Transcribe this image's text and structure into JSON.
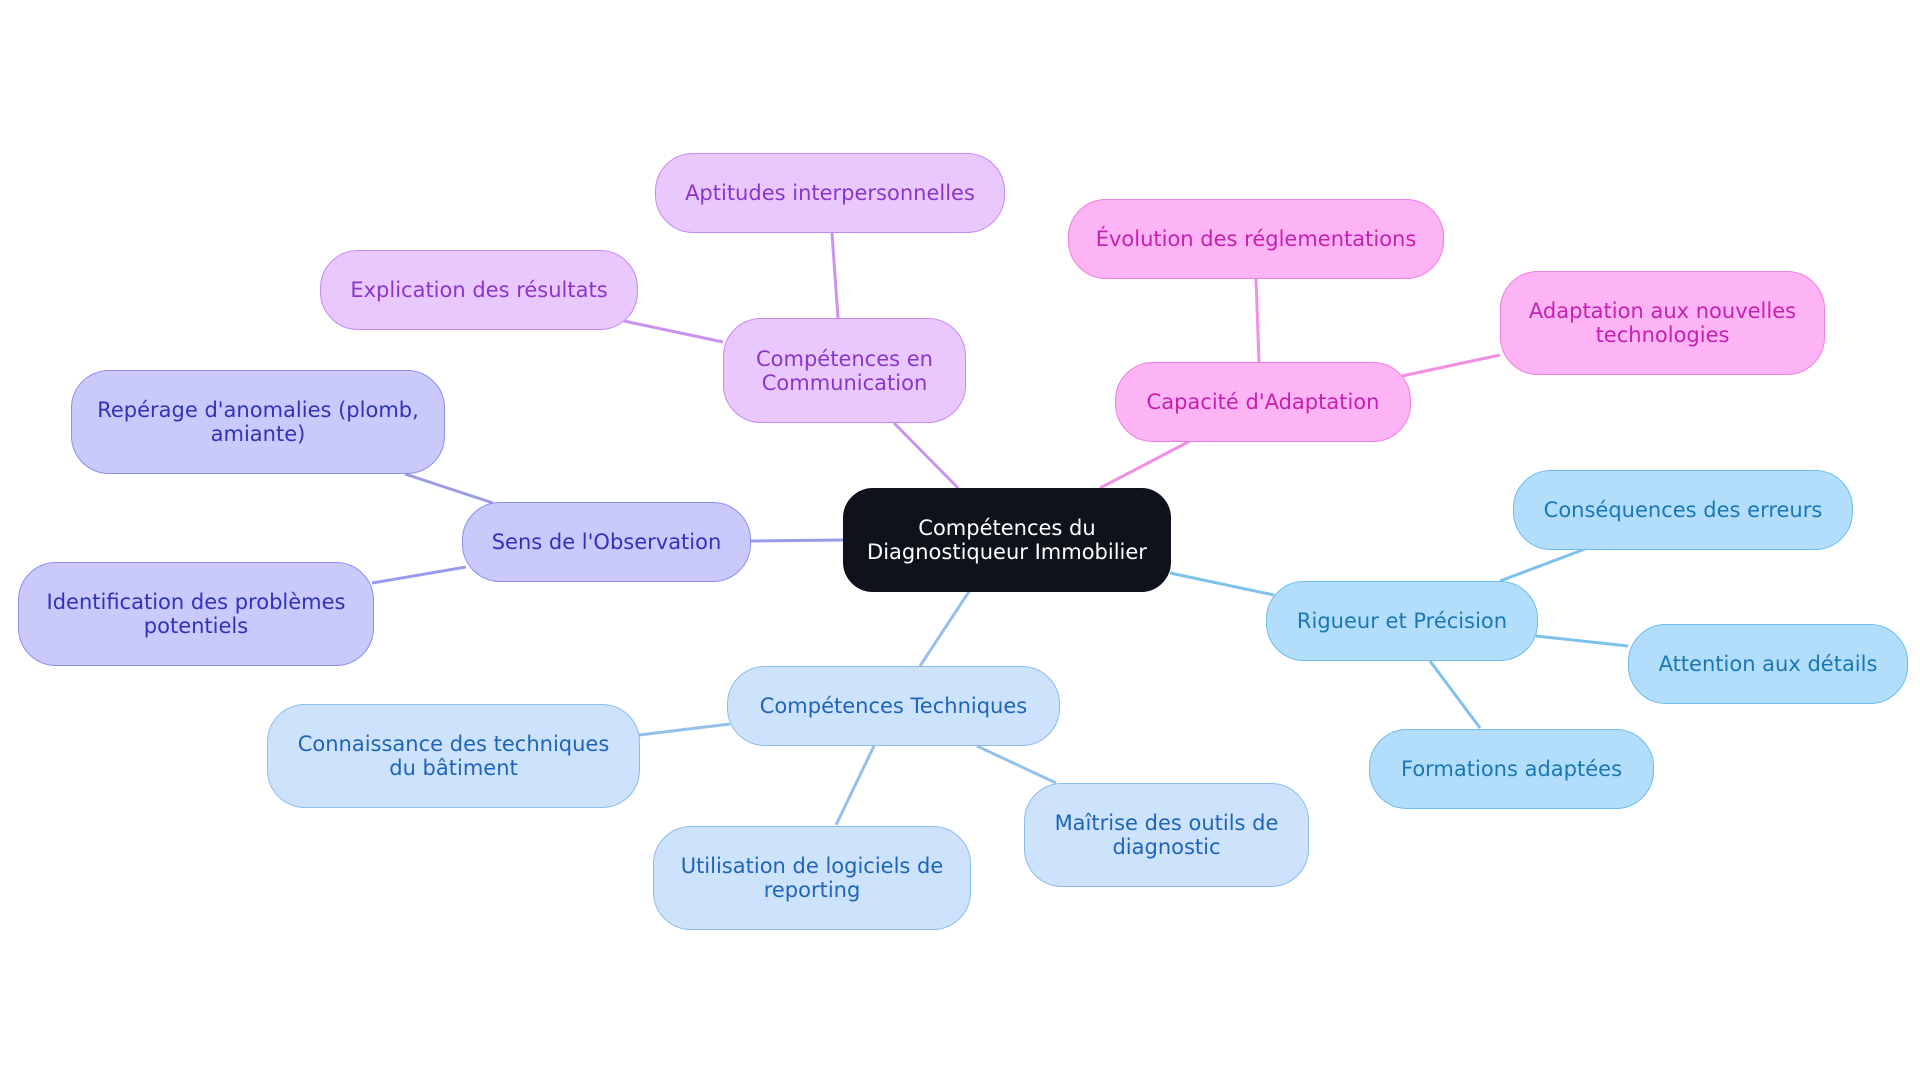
{
  "colors": {
    "root_fill": "#0e131b",
    "root_text": "#ffffff",
    "communication_fill": "#e9c9fd",
    "communication_stroke": "#c58af2",
    "communication_text": "#8b35c9",
    "communication_edge": "#cc92f0",
    "adaptation_fill": "#fdb4f5",
    "adaptation_stroke": "#ef7ee2",
    "adaptation_text": "#c521b0",
    "adaptation_edge": "#f18ee5",
    "observation_fill": "#c9c9fc",
    "observation_stroke": "#8f8ff0",
    "observation_text": "#3232b8",
    "observation_edge": "#9b9bee",
    "technique_fill": "#cde3fb",
    "technique_stroke": "#8cbcec",
    "technique_text": "#1f64b8",
    "technique_edge": "#94c0ec",
    "rigueur_fill": "#b3defb",
    "rigueur_stroke": "#6fbdec",
    "rigueur_text": "#1978b4",
    "rigueur_edge": "#7ec2ec"
  },
  "root": {
    "label": "Compétences du\nDiagnostiqueur Immobilier"
  },
  "branches": {
    "communication": {
      "label": "Compétences en\nCommunication",
      "children": [
        "Aptitudes interpersonnelles",
        "Explication des résultats"
      ]
    },
    "adaptation": {
      "label": "Capacité d'Adaptation",
      "children": [
        "Évolution des réglementations",
        "Adaptation aux nouvelles\ntechnologies"
      ]
    },
    "observation": {
      "label": "Sens de l'Observation",
      "children": [
        "Repérage d'anomalies (plomb,\namiante)",
        "Identification des problèmes\npotentiels"
      ]
    },
    "technique": {
      "label": "Compétences Techniques",
      "children": [
        "Connaissance des techniques\ndu bâtiment",
        "Utilisation de logiciels de\nreporting",
        "Maîtrise des outils de\ndiagnostic"
      ]
    },
    "rigueur": {
      "label": "Rigueur et Précision",
      "children": [
        "Conséquences des erreurs",
        "Attention aux détails",
        "Formations adaptées"
      ]
    }
  }
}
